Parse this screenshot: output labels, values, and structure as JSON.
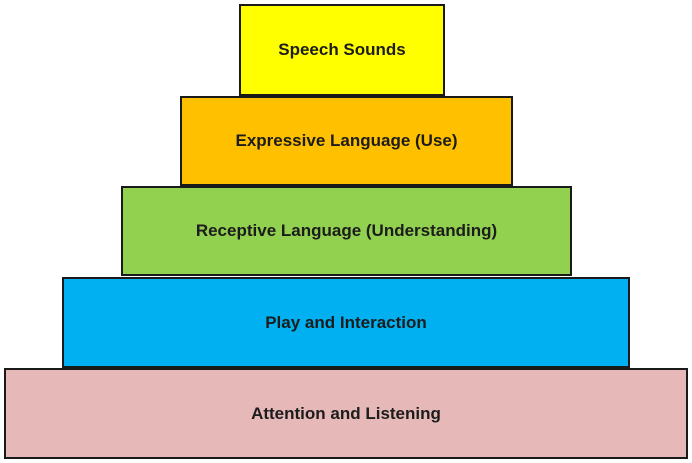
{
  "tiers": [
    {
      "label": "Speech Sounds",
      "color": "#ffff00"
    },
    {
      "label": "Expressive Language (Use)",
      "color": "#ffc000"
    },
    {
      "label": "Receptive Language (Understanding)",
      "color": "#92d050"
    },
    {
      "label": "Play and Interaction",
      "color": "#00b0f0"
    },
    {
      "label": "Attention and Listening",
      "color": "#e6b9b8"
    }
  ]
}
